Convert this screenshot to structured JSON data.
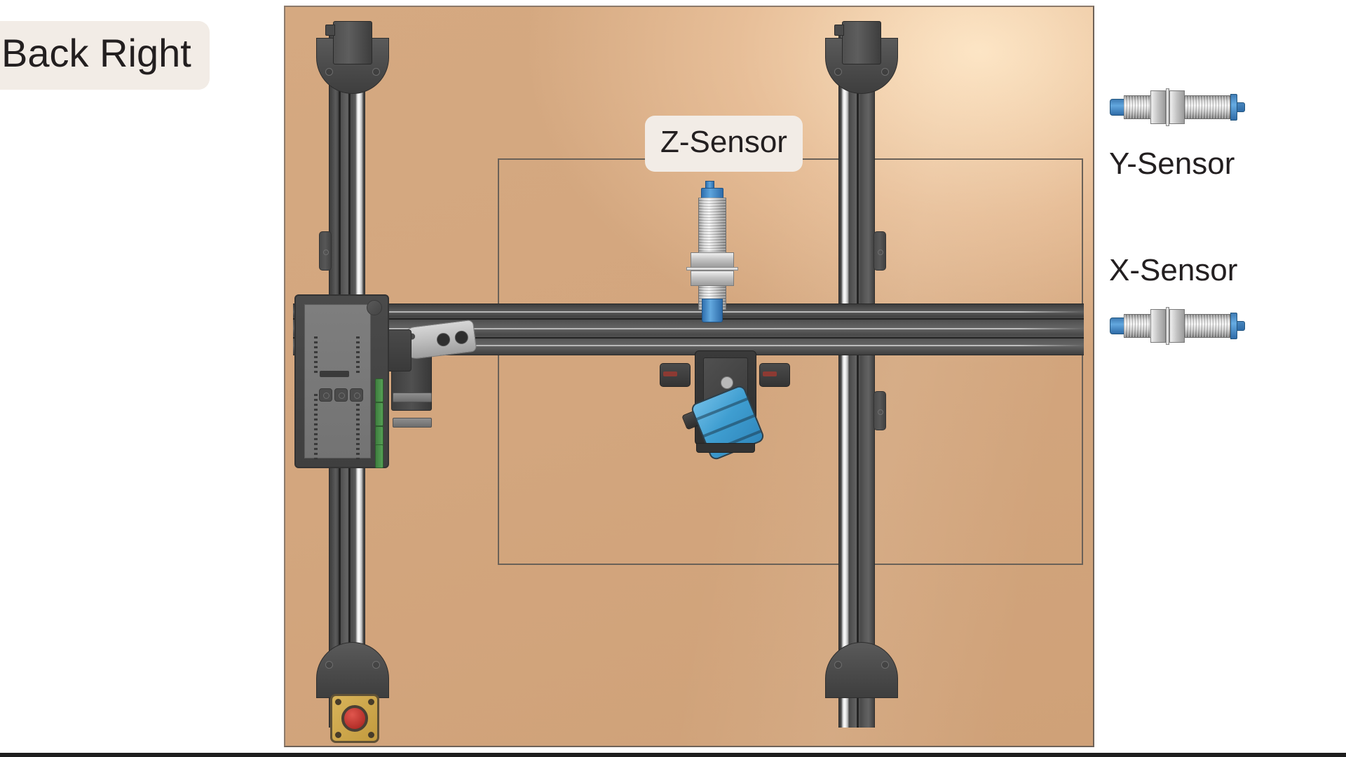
{
  "slide": {
    "title": "Back Right",
    "background_color": "#ffffff",
    "bed_color": "#d3a67e",
    "accent_color": "#3f9ed1"
  },
  "labels": {
    "back_right": "Back Right",
    "z_sensor": "Z-Sensor",
    "y_sensor": "Y-Sensor",
    "x_sensor": "X-Sensor"
  },
  "icons": {
    "z_sensor": "proximity-sensor-vertical",
    "y_sensor": "proximity-sensor-horizontal",
    "x_sensor": "proximity-sensor-horizontal",
    "estop": "emergency-stop-button"
  },
  "machine": {
    "name": "cnc-router",
    "bed": "spoilboard",
    "work_area": "work-area-outline",
    "gantry": "x-axis-gantry-beam",
    "rails": [
      "y-axis-rail-left",
      "y-axis-rail-right"
    ],
    "toolhead": "spindle-toolhead",
    "controller": "controller-enclosure",
    "estop": "emergency-stop"
  }
}
